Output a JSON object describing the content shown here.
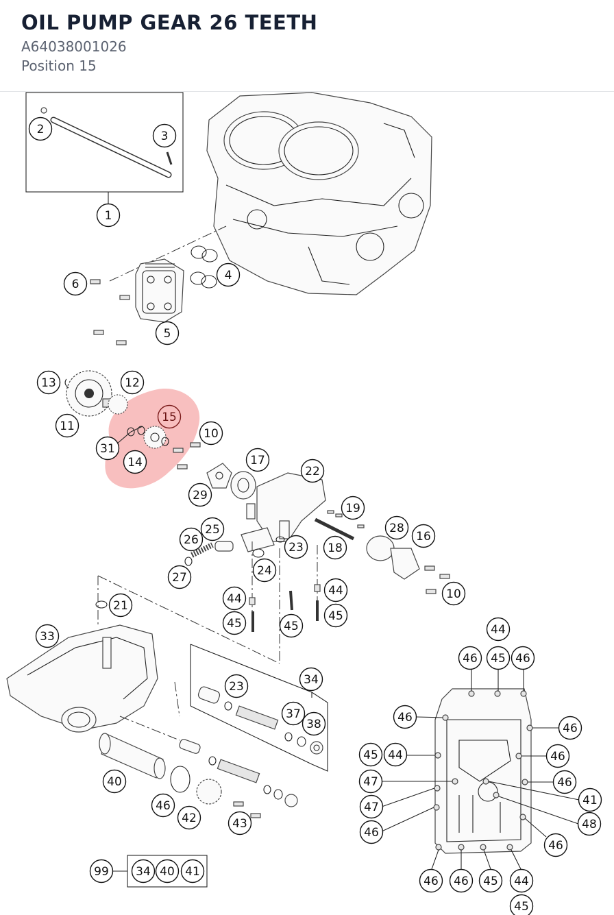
{
  "header": {
    "title": "OIL PUMP GEAR 26 TEETH",
    "part_number": "A64038001026",
    "position": "Position 15"
  },
  "highlight": {
    "position_label": "15",
    "color": "#f28b8b"
  },
  "callouts": [
    {
      "label": "2"
    },
    {
      "label": "3"
    },
    {
      "label": "1"
    },
    {
      "label": "4"
    },
    {
      "label": "6"
    },
    {
      "label": "5"
    },
    {
      "label": "13"
    },
    {
      "label": "12"
    },
    {
      "label": "11"
    },
    {
      "label": "15"
    },
    {
      "label": "10"
    },
    {
      "label": "31"
    },
    {
      "label": "14"
    },
    {
      "label": "17"
    },
    {
      "label": "22"
    },
    {
      "label": "29"
    },
    {
      "label": "19"
    },
    {
      "label": "25"
    },
    {
      "label": "26"
    },
    {
      "label": "28"
    },
    {
      "label": "16"
    },
    {
      "label": "23"
    },
    {
      "label": "18"
    },
    {
      "label": "24"
    },
    {
      "label": "27"
    },
    {
      "label": "44"
    },
    {
      "label": "44"
    },
    {
      "label": "10"
    },
    {
      "label": "21"
    },
    {
      "label": "45"
    },
    {
      "label": "45"
    },
    {
      "label": "45"
    },
    {
      "label": "33"
    },
    {
      "label": "44"
    },
    {
      "label": "46"
    },
    {
      "label": "45"
    },
    {
      "label": "46"
    },
    {
      "label": "23"
    },
    {
      "label": "34"
    },
    {
      "label": "46"
    },
    {
      "label": "46"
    },
    {
      "label": "37"
    },
    {
      "label": "38"
    },
    {
      "label": "45"
    },
    {
      "label": "44"
    },
    {
      "label": "46"
    },
    {
      "label": "40"
    },
    {
      "label": "47"
    },
    {
      "label": "46"
    },
    {
      "label": "47"
    },
    {
      "label": "41"
    },
    {
      "label": "46"
    },
    {
      "label": "42"
    },
    {
      "label": "48"
    },
    {
      "label": "43"
    },
    {
      "label": "46"
    },
    {
      "label": "46"
    },
    {
      "label": "46"
    },
    {
      "label": "46"
    },
    {
      "label": "45"
    },
    {
      "label": "44"
    },
    {
      "label": "45"
    },
    {
      "label": "99"
    },
    {
      "label": "34"
    },
    {
      "label": "40"
    },
    {
      "label": "41"
    }
  ]
}
